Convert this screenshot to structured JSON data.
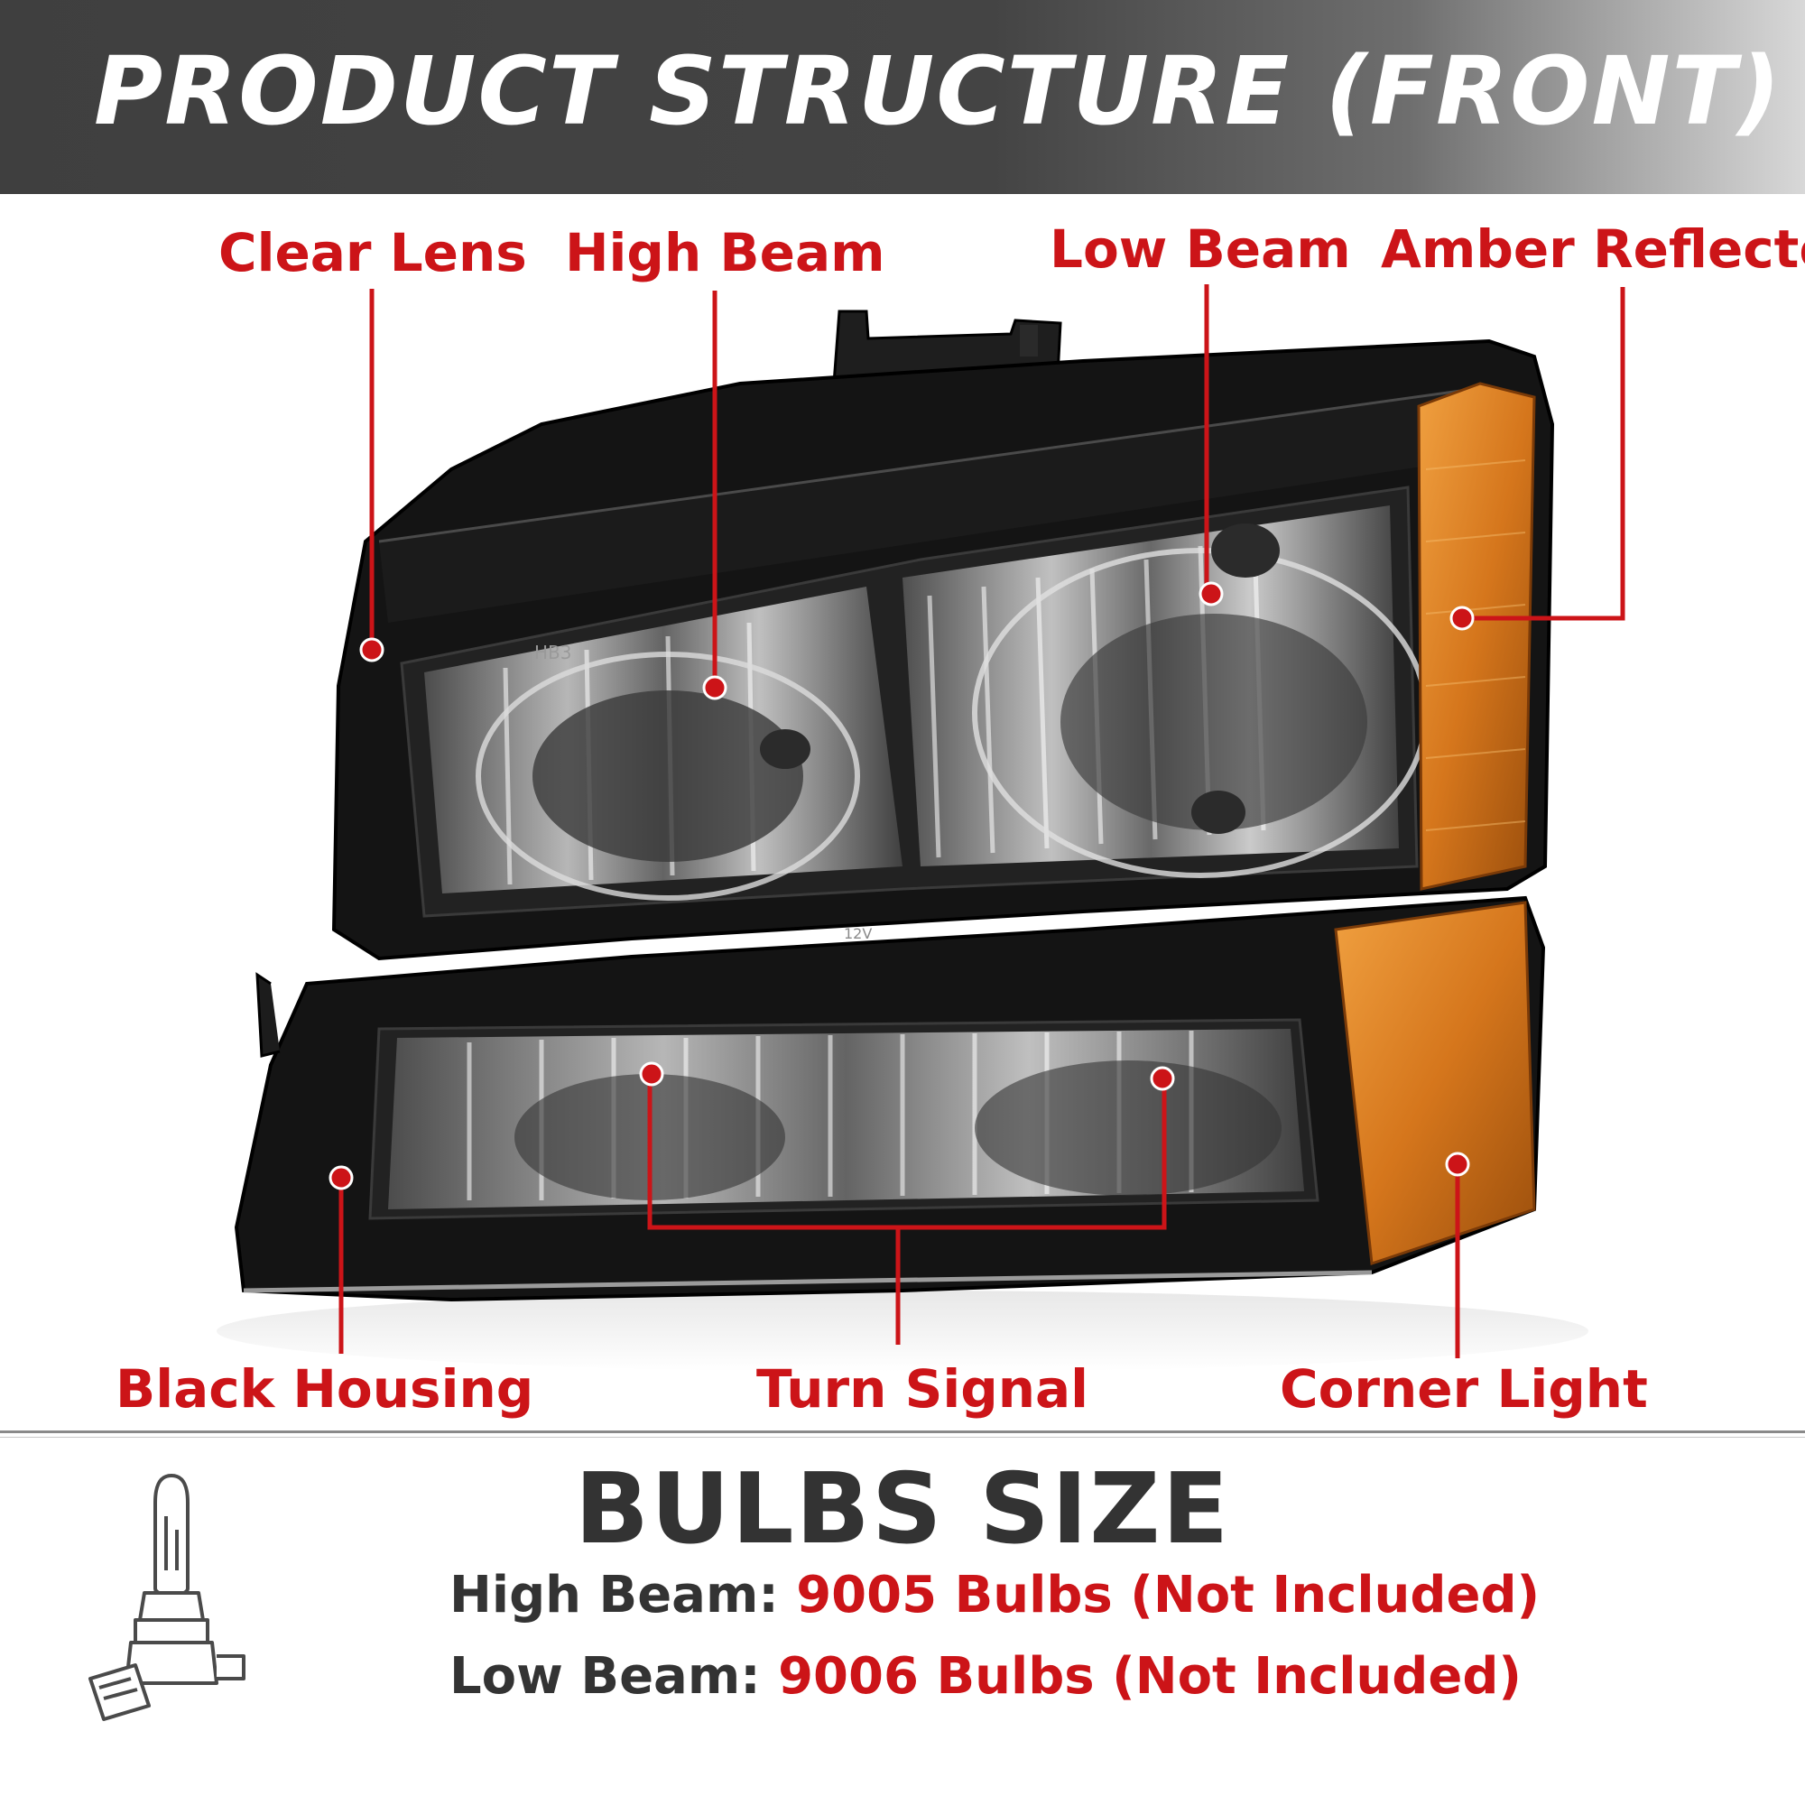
{
  "banner": {
    "title": "PRODUCT STRUCTURE (FRONT)"
  },
  "callouts": {
    "clear_lens": "Clear Lens",
    "high_beam": "High Beam",
    "low_beam": "Low Beam",
    "amber_reflector": "Amber Reflector",
    "black_housing": "Black Housing",
    "turn_signal": "Turn Signal",
    "corner_light": "Corner Light"
  },
  "lens_markings": {
    "hb3": "HB3",
    "voltage": "12V"
  },
  "bulbs": {
    "title": "BULBS SIZE",
    "high_beam_label": "High Beam:",
    "high_beam_value": "9005 Bulbs (Not Included)",
    "low_beam_label": "Low Beam:",
    "low_beam_value": "9006 Bulbs (Not Included)"
  },
  "colors": {
    "accent_red": "#cc1418",
    "amber": "#d5761c",
    "housing": "#141414",
    "banner": "#444444"
  },
  "icons": {
    "bulb": "halogen-bulb-icon"
  }
}
